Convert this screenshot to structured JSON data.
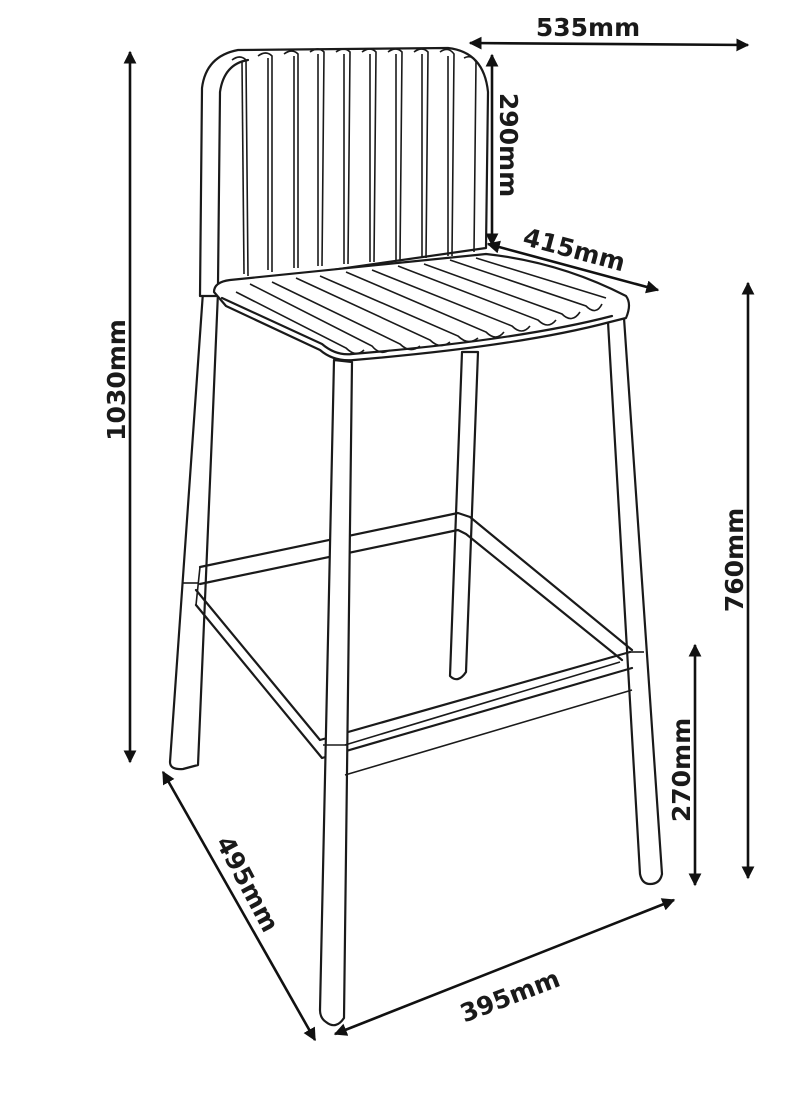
{
  "diagram": {
    "subject-icon": "bar-stool-line-drawing",
    "line_color": "#1a1a1a",
    "background": "#ffffff",
    "dimensions": {
      "total_width": "535mm",
      "backrest_height": "290mm",
      "seat_width": "415mm",
      "total_height": "1030mm",
      "seat_height": "760mm",
      "footrest_height": "270mm",
      "depth": "495mm",
      "leg_span": "395mm"
    }
  }
}
